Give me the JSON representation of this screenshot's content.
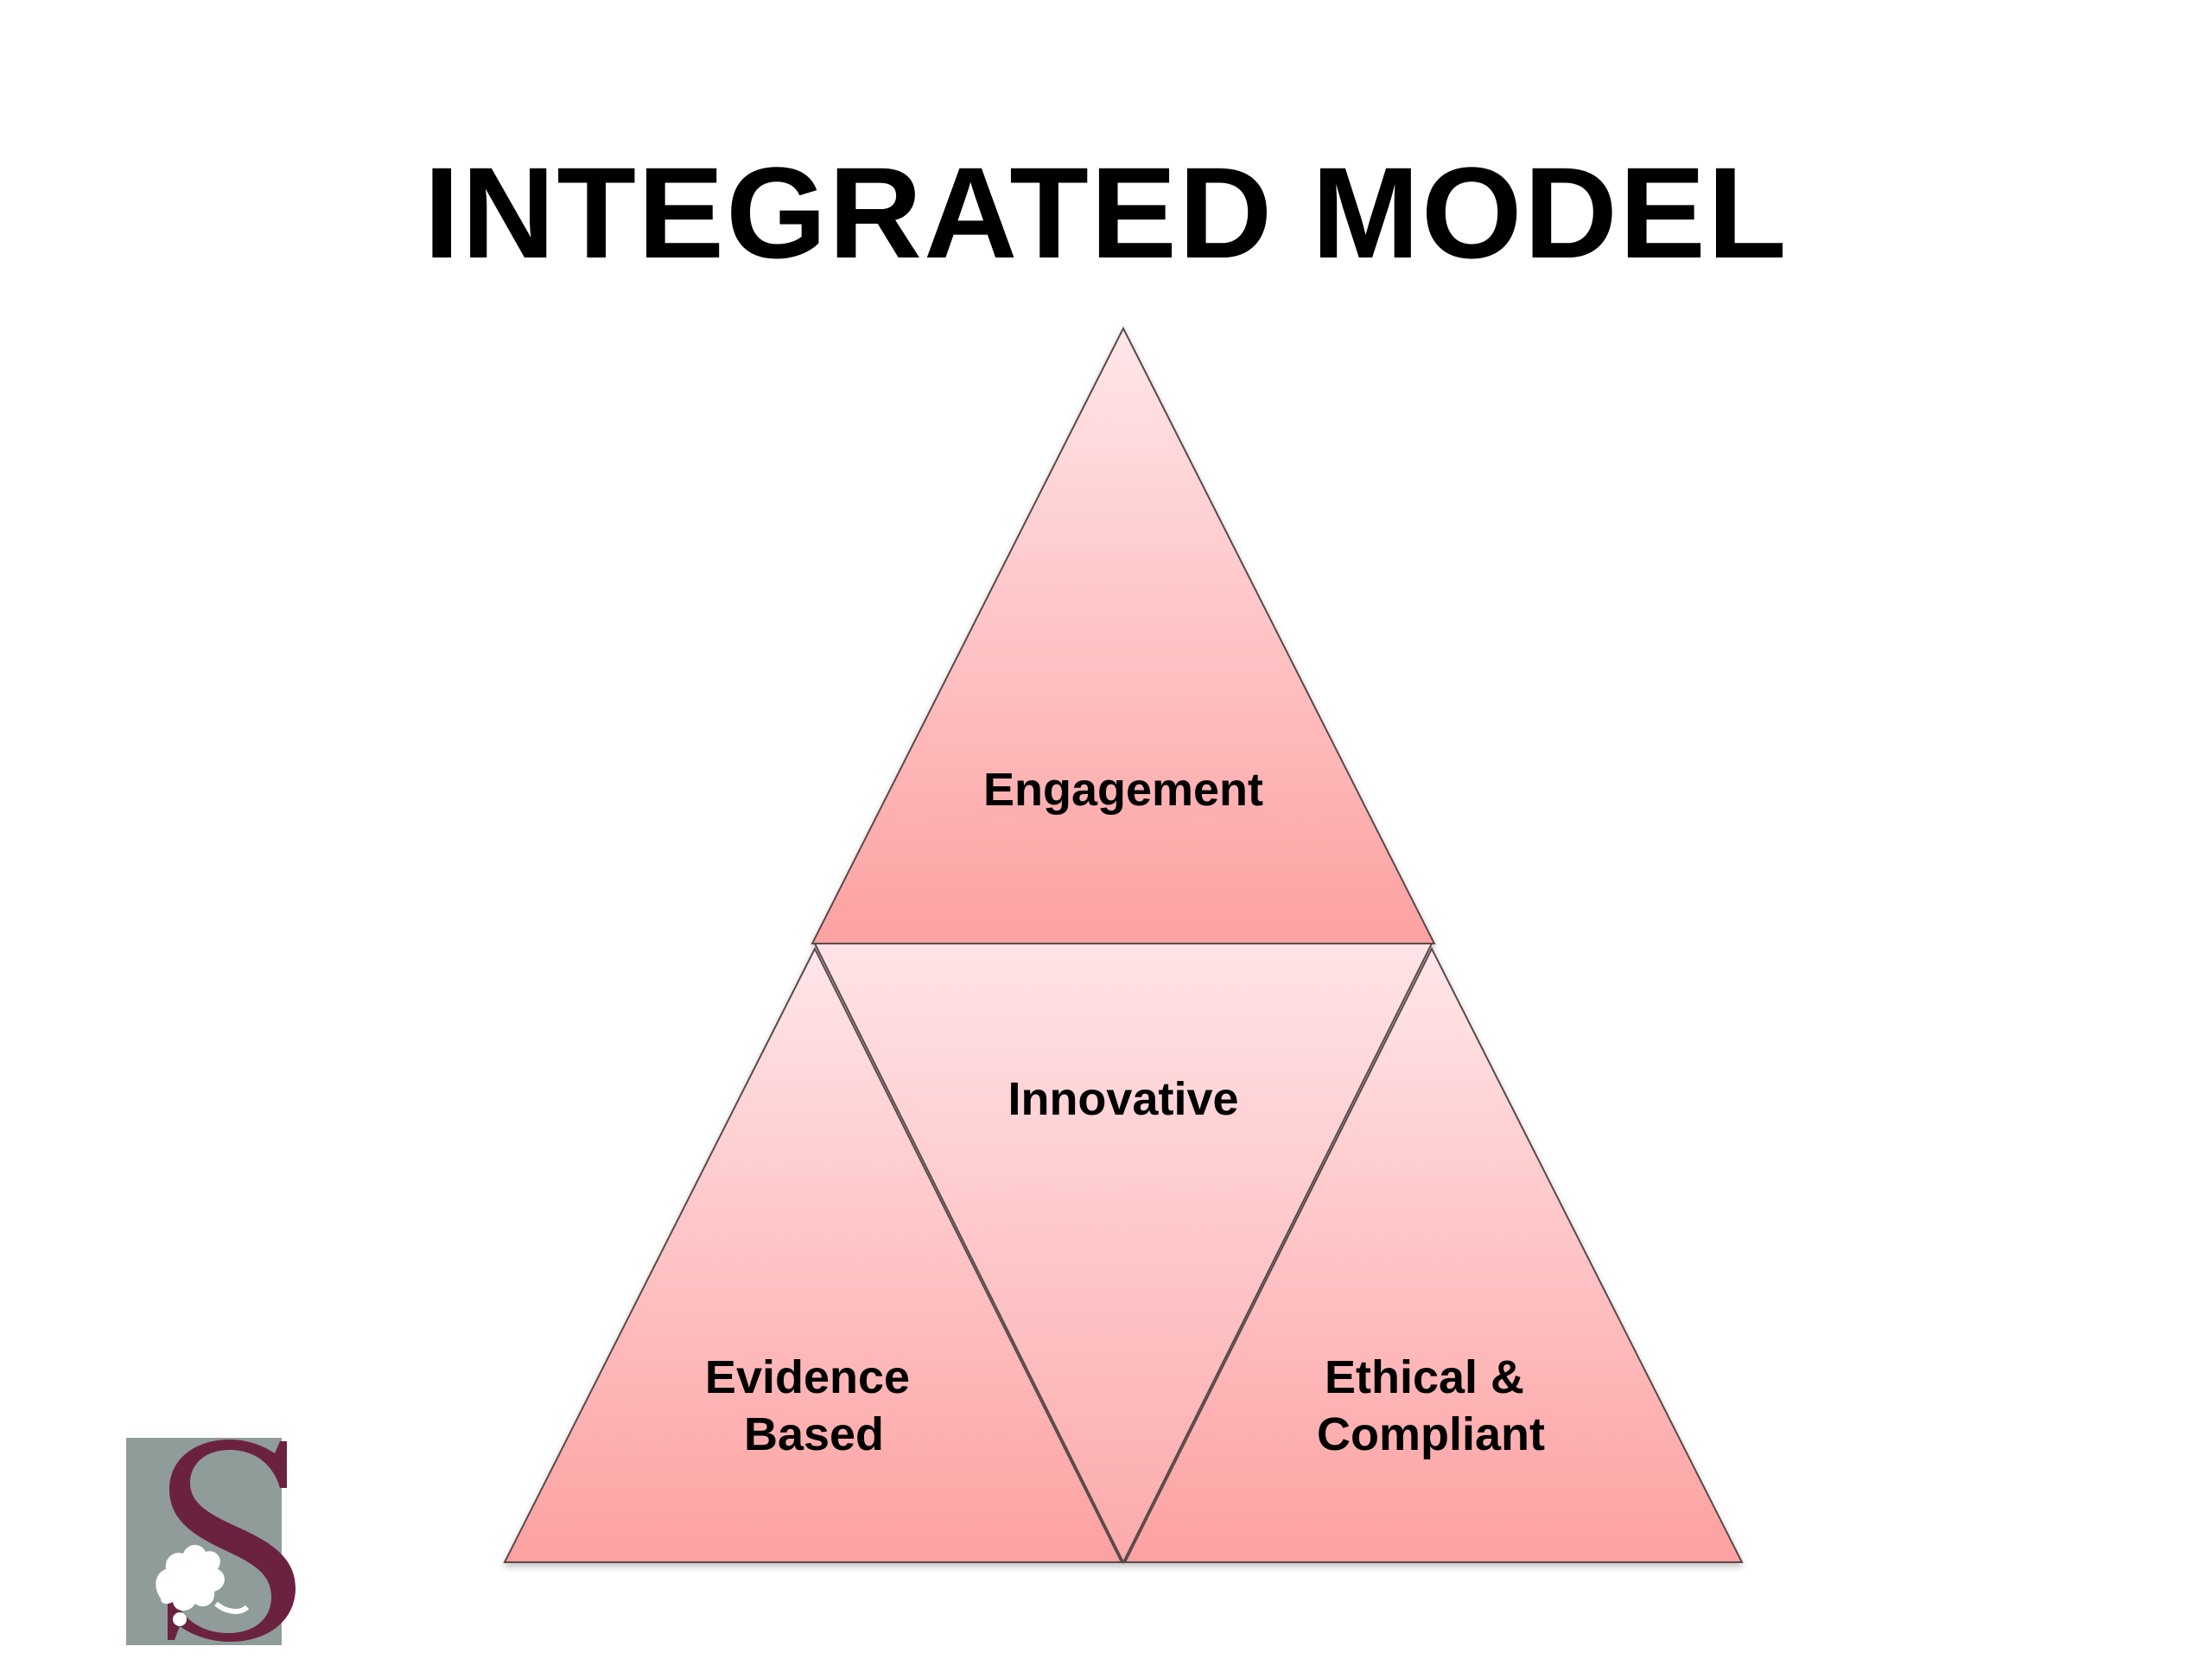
{
  "title": "INTEGRATED MODEL",
  "triangles": {
    "top": {
      "label": [
        "Engagement"
      ]
    },
    "middle": {
      "label": [
        "Innovative"
      ]
    },
    "left": {
      "label": [
        "Evidence",
        "Based"
      ]
    },
    "right": {
      "label": [
        "Ethical &",
        "Compliant"
      ]
    }
  },
  "colors": {
    "fill_light": "#ffe3e6",
    "fill_dark": "#fda3a3",
    "stroke": "#5a4a4a",
    "logo_box": "#8f9c9a",
    "logo_s": "#6b2240"
  },
  "logo": {
    "icon": "university-s-oak-leaf-logo"
  }
}
